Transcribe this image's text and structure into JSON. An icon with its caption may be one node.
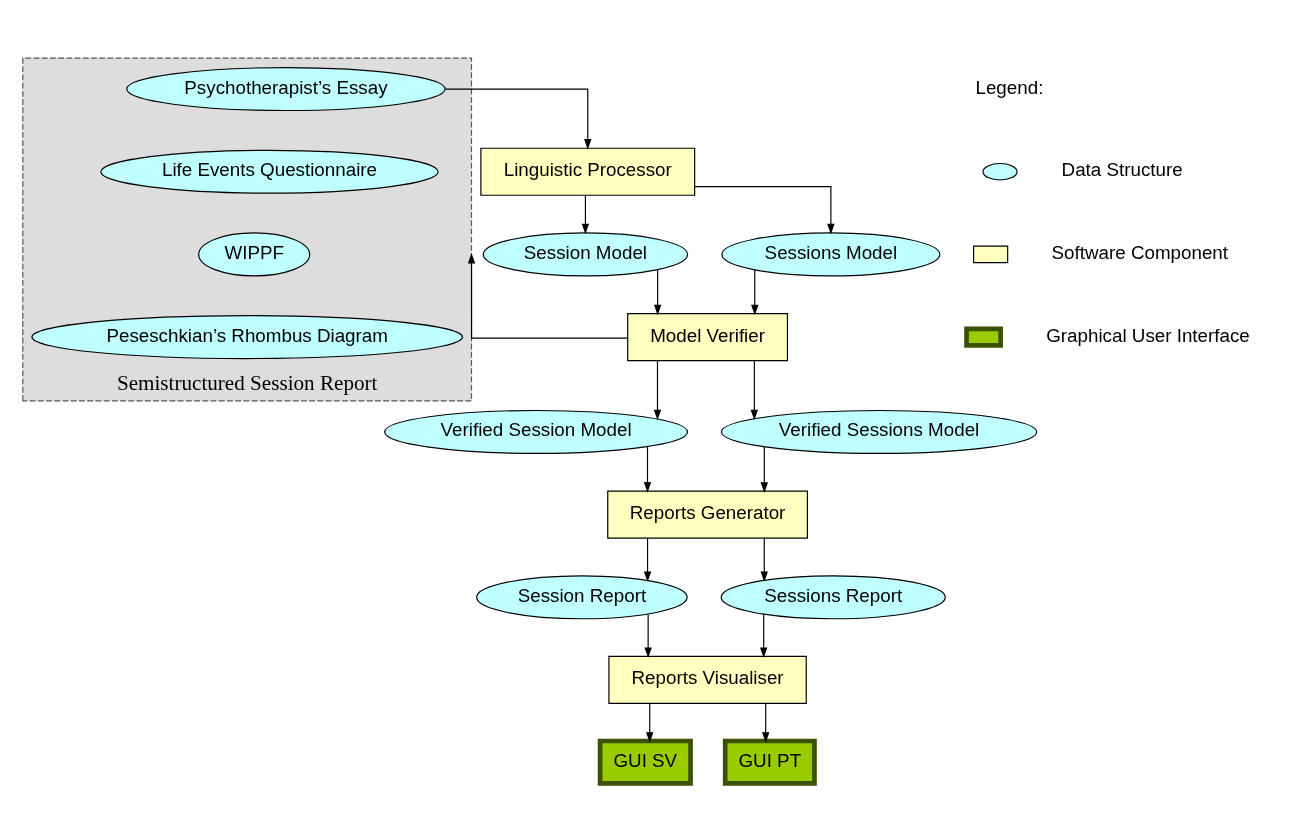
{
  "diagram": {
    "nodes": [
      {
        "text": [
          "Semistructured Session Report"
        ]
      },
      {
        "text": [
          "Psychotherapist’s Essay"
        ],
        "in": 0
      },
      {
        "text": [
          "Life Events Questionnaire"
        ],
        "in": 0
      },
      {
        "text": [
          "WIPPF"
        ],
        "in": 0
      },
      {
        "text": [
          "Peseschkian’s Rhombus Diagram"
        ],
        "in": 0
      },
      {
        "text": [
          "Linguistic Processor"
        ]
      },
      {
        "text": [
          "Session Model"
        ]
      },
      {
        "text": [
          "Sessions Model"
        ]
      },
      {
        "text": [
          "Model Verifier"
        ]
      },
      {
        "text": [
          "Verified Session Model"
        ]
      },
      {
        "text": [
          "Verified Sessions Model"
        ]
      },
      {
        "text": [
          "Reports Generator"
        ]
      },
      {
        "text": [
          "Session Report"
        ]
      },
      {
        "text": [
          "Sessions Report"
        ]
      },
      {
        "text": [
          "Reports Visualiser"
        ]
      },
      {
        "text": [
          "GUI SV"
        ]
      },
      {
        "text": [
          "GUI PT"
        ]
      }
    ],
    "edges": [
      {
        "from": 1,
        "to": 5,
        "arrow": "to"
      },
      {
        "from": 5,
        "to": 6,
        "arrow": "to"
      },
      {
        "from": 5,
        "to": 7,
        "arrow": "to"
      },
      {
        "from": 6,
        "to": 8,
        "arrow": "to"
      },
      {
        "from": 7,
        "to": 8,
        "arrow": "to"
      },
      {
        "from": 8,
        "to": 0,
        "arrow": "to"
      },
      {
        "from": 8,
        "to": 9,
        "arrow": "to"
      },
      {
        "from": 8,
        "to": 10,
        "arrow": "to"
      },
      {
        "from": 9,
        "to": 11,
        "arrow": "to"
      },
      {
        "from": 10,
        "to": 11,
        "arrow": "to"
      },
      {
        "from": 11,
        "to": 12,
        "arrow": "to"
      },
      {
        "from": 11,
        "to": 13,
        "arrow": "to"
      },
      {
        "from": 12,
        "to": 14,
        "arrow": "to"
      },
      {
        "from": 13,
        "to": 14,
        "arrow": "to"
      },
      {
        "from": 14,
        "to": 15,
        "arrow": "to"
      },
      {
        "from": 14,
        "to": 16,
        "arrow": "to"
      }
    ],
    "labels": [
      "Legend:"
    ],
    "legend": [
      {
        "text": "Data Structure"
      },
      {
        "text": "Software Component"
      },
      {
        "text": "Graphical User Interface"
      }
    ]
  }
}
